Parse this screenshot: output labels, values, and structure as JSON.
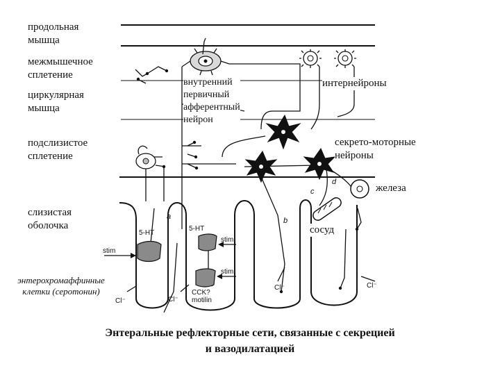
{
  "labels": {
    "longitudinal_muscle": "продольная\nмышца",
    "myenteric_plexus": "межмышечное\nсплетение",
    "circular_muscle": "циркулярная\nмышца",
    "submucosal_plexus": "подслизистое\nсплетение",
    "mucosa": "слизистая\nоболочка",
    "ipan": "внутренний\nпервичный\nафферентный\nнейрон",
    "interneurons": "интернейроны",
    "secretomotor": "секрето-моторные\nнейроны",
    "gland": "железа",
    "vessel": "сосуд",
    "ec_cells": "энтерохромаффинные\nклетки (серотонин)"
  },
  "small_labels": {
    "ht5_left": "5-HT",
    "ht5_center": "5-HT",
    "stim_left": "stim",
    "stim_center_top": "stim.",
    "stim_center_bottom": "stim.",
    "cck_motilin": "CCK?\nmotilin",
    "cl_1": "Cl⁻",
    "cl_2": "Cl⁻",
    "cl_3": "Cl⁻",
    "cl_4": "Cl⁻"
  },
  "letters": {
    "a": "a",
    "b": "b",
    "c": "c",
    "d": "d"
  },
  "caption": "Энтеральные рефлекторные сети, связанные с  секрецией\nи вазодилатацией"
}
